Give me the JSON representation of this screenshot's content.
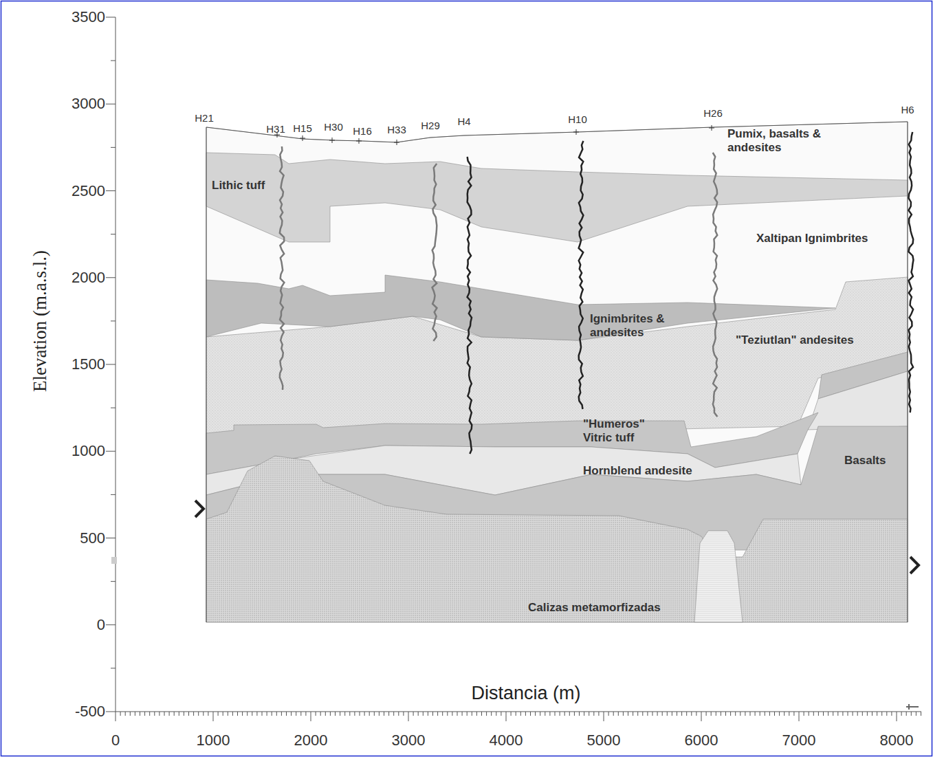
{
  "diagram": {
    "labels": [
      "3500",
      "3000",
      "2500",
      "2000",
      "1500",
      "1000",
      "500",
      "0",
      "-500",
      "0",
      "1000",
      "2000",
      "3000",
      "4000",
      "5000",
      "6000",
      "7000",
      "8000",
      "Elevation (m.a.s.l.)",
      "Distancia (m)",
      "H21",
      "H31",
      "H15",
      "H30",
      "H16",
      "H33",
      "H29",
      "H4",
      "H10",
      "H26",
      "H6",
      "Lithic tuff",
      "Pumix, basalts & andesites",
      "Xaltipan Ignimbrites",
      "Ignimbrites & andesites",
      "\"Teziutlan\" andesites",
      "\"Humeros\" Vitric tuff",
      "Hornblend andesite",
      "Basalts",
      "Calizas metamorfizadas"
    ]
  }
}
